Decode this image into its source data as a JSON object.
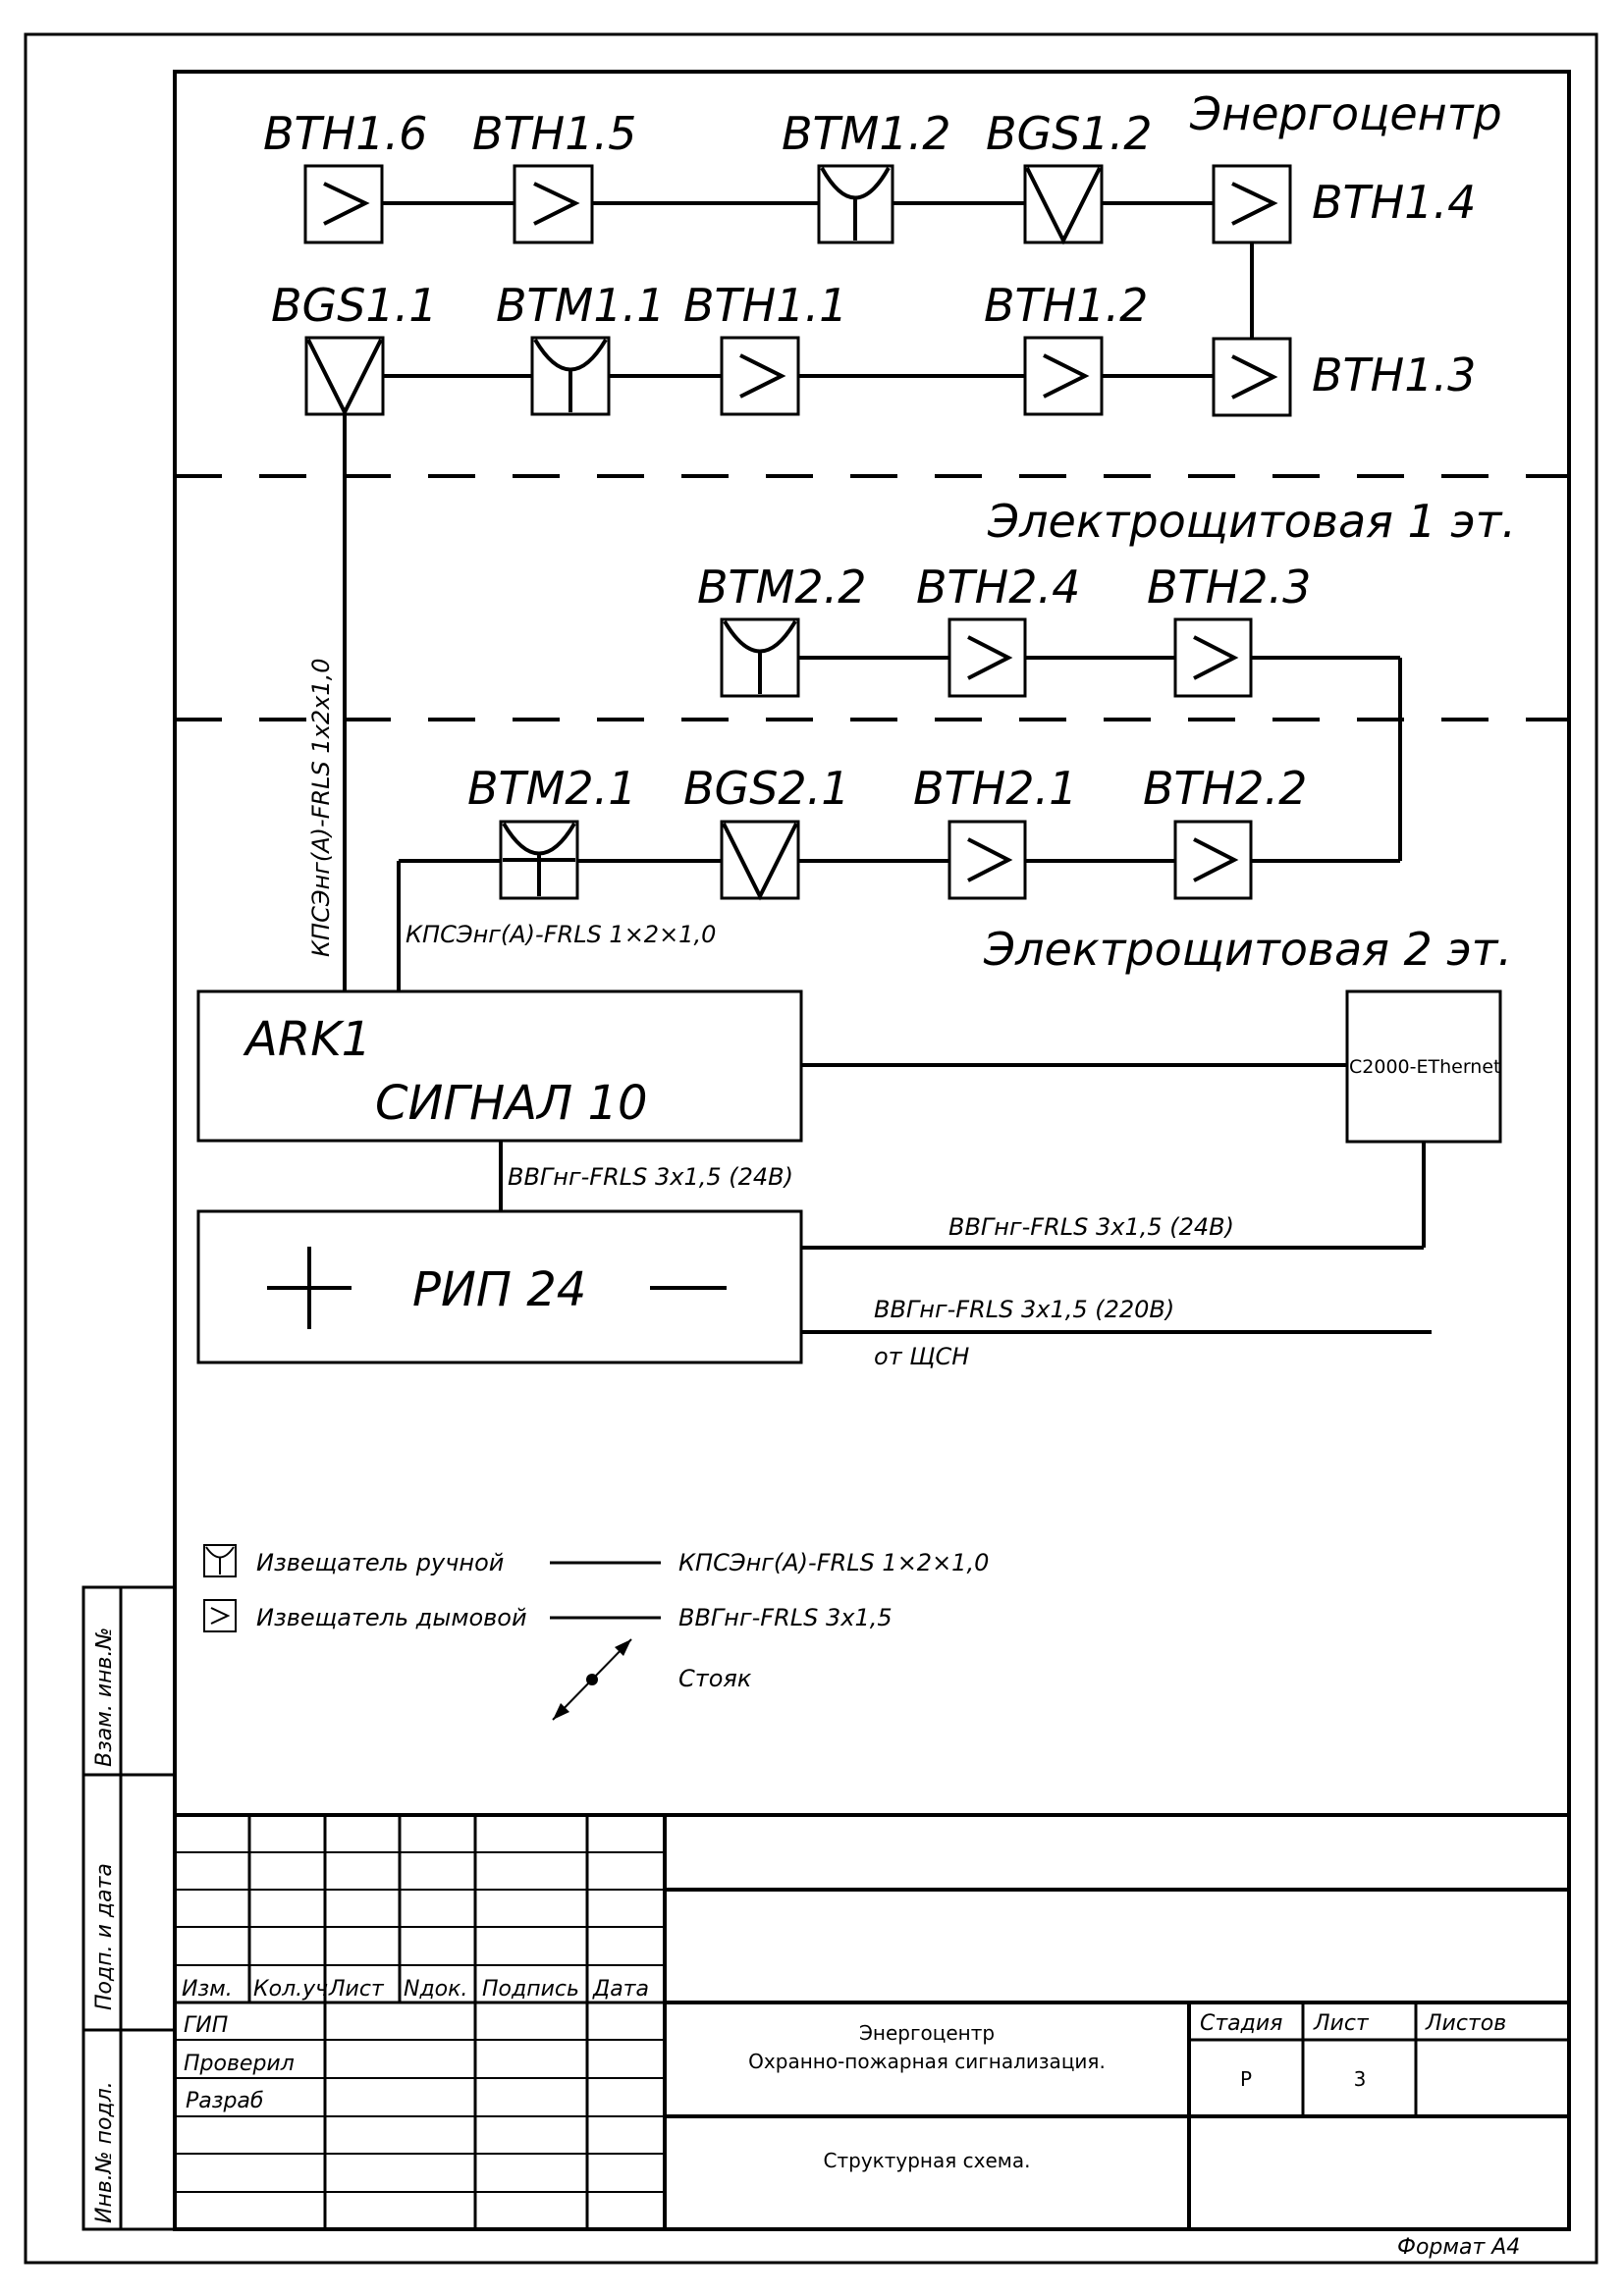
{
  "zones": {
    "energocenter": "Энергоцентр",
    "panel_room_1": "Электрощитовая 1 эт.",
    "panel_room_2": "Электрощитовая 2 эт."
  },
  "detectors": {
    "bth16": "BTH1.6",
    "bth15": "BTH1.5",
    "btm12": "BTM1.2",
    "bgs12": "BGS1.2",
    "bth14": "BTH1.4",
    "bgs11": "BGS1.1",
    "btm11": "BTM1.1",
    "bth11": "BTH1.1",
    "bth12": "BTH1.2",
    "bth13": "BTH1.3",
    "btm22": "BTM2.2",
    "bth24": "BTH2.4",
    "bth23": "BTH2.3",
    "btm21": "BTM2.1",
    "bgs21": "BGS2.1",
    "bth21": "BTH2.1",
    "bth22": "BTH2.2"
  },
  "devices": {
    "ark_code": "ARK1",
    "ark_name": "СИГНАЛ 10",
    "rip_name": "РИП 24",
    "ethernet": "С2000-EThernet"
  },
  "cables": {
    "riser_vertical": "КПСЭнг(А)-FRLS 1х2х1,0",
    "loop_floor2": "КПСЭнг(А)-FRLS 1×2×1,0",
    "power_ark": "ВВГнг-FRLS 3х1,5 (24В)",
    "power_ethernet": "ВВГнг-FRLS 3х1,5 (24В)",
    "power_mains": "ВВГнг-FRLS 3х1,5 (220В)",
    "mains_source": "от ЩСН"
  },
  "legend": {
    "manual": "Извещатель ручной",
    "smoke": "Извещатель дымовой",
    "cable_signal": "КПСЭнг(А)-FRLS 1×2×1,0",
    "cable_power": "ВВГнг-FRLS 3х1,5",
    "riser": "Стояк"
  },
  "side_stamp": {
    "replace_inv": "Взам. инв.№",
    "sign_date": "Подп. и дата",
    "inv_no": "Инв.№ подл."
  },
  "title_block": {
    "col_izm": "Изм.",
    "col_kol": "Кол.уч",
    "col_list": "Лист",
    "col_ndok": "Nдок.",
    "col_sign": "Подпись",
    "col_date": "Дата",
    "gip": "ГИП",
    "checked": "Проверил",
    "developed": "Разраб",
    "project": "Энергоцентр",
    "system": "Охранно-пожарная сигнализация.",
    "drawing": "Структурная схема.",
    "stage_h": "Стадия",
    "sheet_h": "Лист",
    "sheets_h": "Листов",
    "stage": "Р",
    "sheet": "3",
    "sheets": "",
    "format": "Формат А4"
  }
}
